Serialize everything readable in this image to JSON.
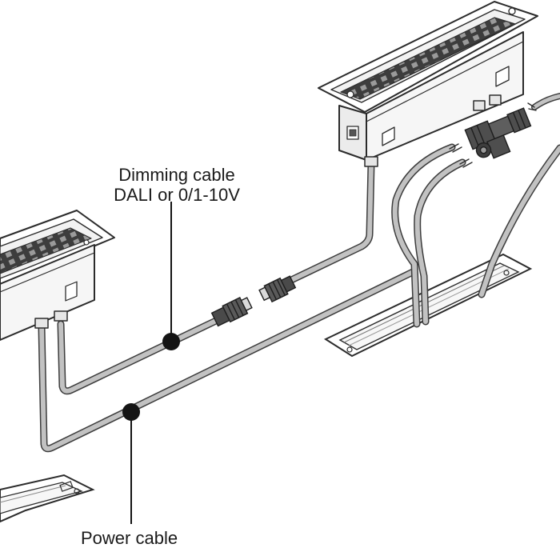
{
  "labels": {
    "dimming_line1": "Dimming cable",
    "dimming_line2": "DALI or 0/1-10V",
    "power": "Power cable"
  },
  "colors": {
    "cable": "#bdbdbd",
    "cable_outline": "#3c3c3c",
    "outline": "#2b2b2b",
    "fixture_fill": "#f4f4f4",
    "led_strip": "#4a4a4a",
    "marker": "#141414"
  }
}
